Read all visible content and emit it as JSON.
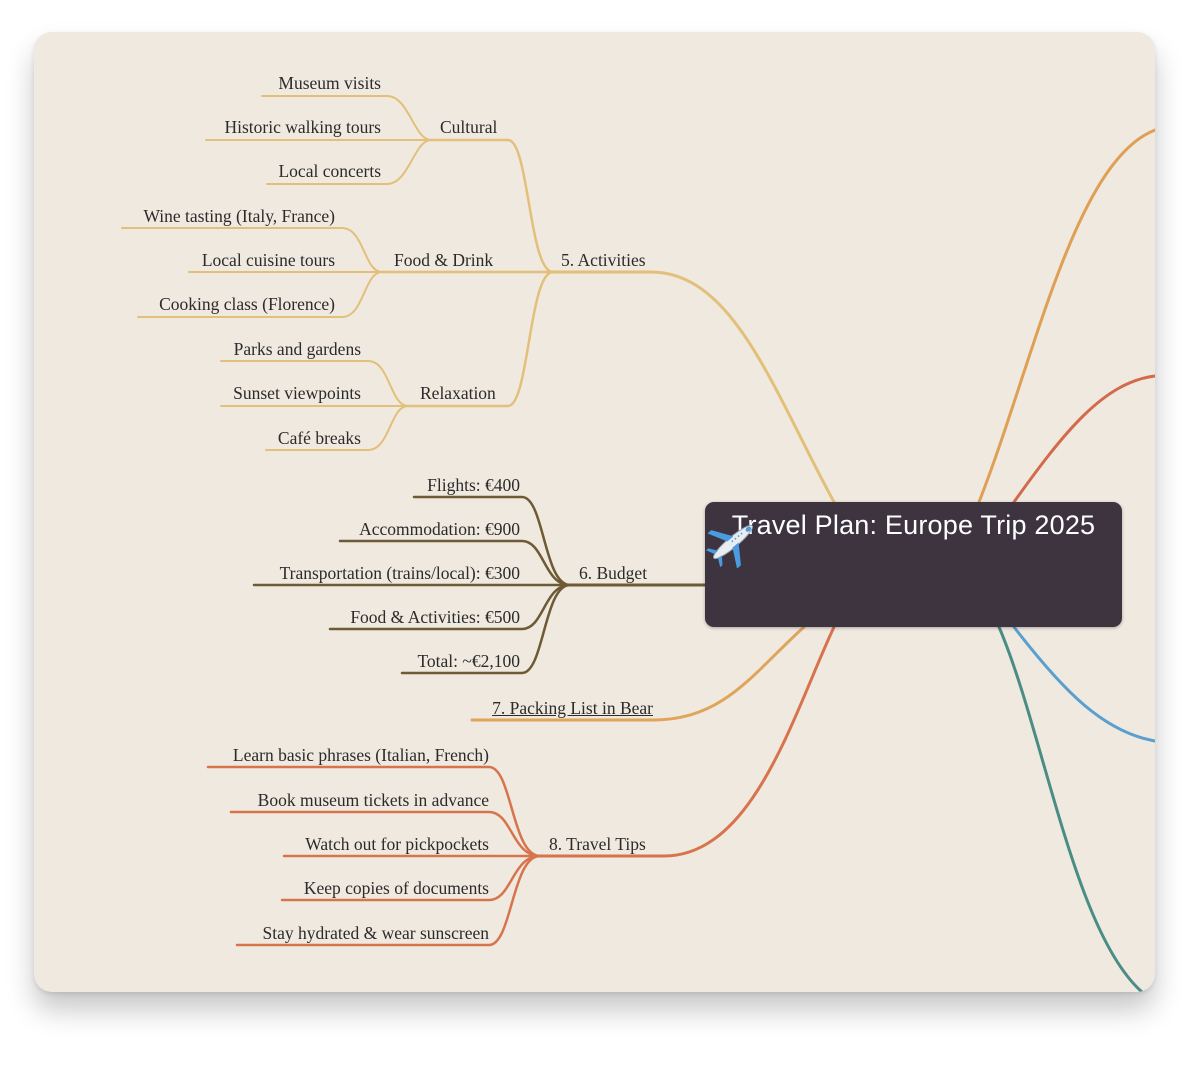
{
  "root": {
    "icon": "airplane-icon",
    "title": "Travel Plan: Europe Trip 2025"
  },
  "colors": {
    "activities": "#e2c07a",
    "budget": "#6e5a35",
    "packing": "#e0a45a",
    "tips": "#d7744d",
    "branch_orange": "#df9f55",
    "branch_red": "#d4694c",
    "branch_blue": "#5b9fcf",
    "branch_teal": "#4a8c86"
  },
  "activities": {
    "label": "5. Activities",
    "cultural": {
      "label": "Cultural",
      "items": [
        "Museum visits",
        "Historic walking tours",
        "Local concerts"
      ]
    },
    "food": {
      "label": "Food & Drink",
      "items": [
        "Wine tasting (Italy, France)",
        "Local cuisine tours",
        "Cooking class (Florence)"
      ]
    },
    "relax": {
      "label": "Relaxation",
      "items": [
        "Parks and gardens",
        "Sunset viewpoints",
        "Café breaks"
      ]
    }
  },
  "budget": {
    "label": "6. Budget",
    "items": [
      "Flights: €400",
      "Accommodation: €900",
      "Transportation (trains/local): €300",
      "Food & Activities: €500",
      "Total: ~€2,100"
    ]
  },
  "packing": {
    "label": "7. Packing List in Bear"
  },
  "tips": {
    "label": "8. Travel Tips",
    "items": [
      "Learn basic phrases (Italian, French)",
      "Book museum tickets in advance",
      "Watch out for pickpockets",
      "Keep copies of documents",
      "Stay hydrated & wear sunscreen"
    ]
  }
}
